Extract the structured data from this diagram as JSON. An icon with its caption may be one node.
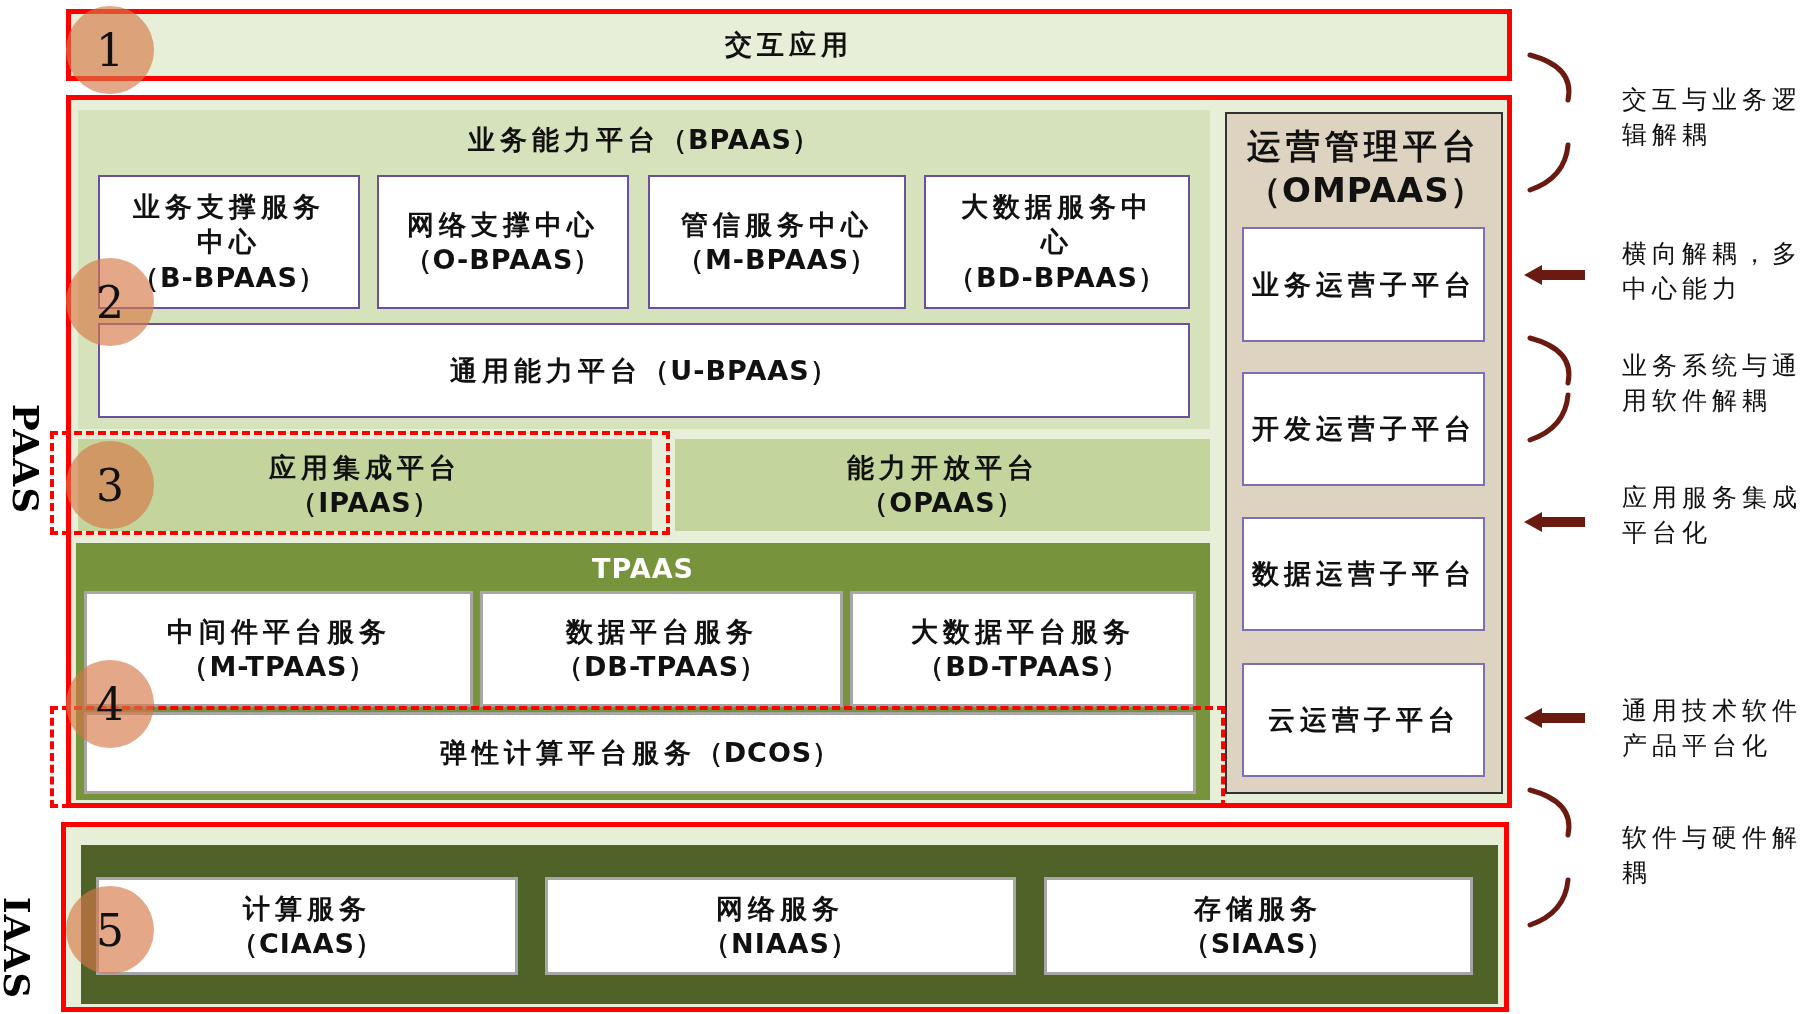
{
  "diagram": {
    "nodes": [
      {
        "text": [
          "交互应用"
        ]
      },
      {
        "text": [
          "PAAS"
        ]
      },
      {
        "text": [
          "业务能力平台（BPAAS）"
        ],
        "in": 1
      },
      {
        "text": [
          "业务支撑服务中心（B-BPAAS）"
        ],
        "in": 2
      },
      {
        "text": [
          "网络支撑中心（O-BPAAS）"
        ],
        "in": 2
      },
      {
        "text": [
          "管信服务中心（M-BPAAS）"
        ],
        "in": 2
      },
      {
        "text": [
          "大数据服务中心（BD-BPAAS）"
        ],
        "in": 2
      },
      {
        "text": [
          "通用能力平台（U-BPAAS）"
        ],
        "in": 2
      },
      {
        "text": [
          "应用集成平台（IPAAS）"
        ],
        "in": 1
      },
      {
        "text": [
          "能力开放平台（OPAAS）"
        ],
        "in": 1
      },
      {
        "text": [
          "TPAAS"
        ],
        "in": 1
      },
      {
        "text": [
          "中间件平台服务（M-TPAAS）"
        ],
        "in": 10
      },
      {
        "text": [
          "数据平台服务（DB-TPAAS）"
        ],
        "in": 10
      },
      {
        "text": [
          "大数据平台服务（BD-TPAAS）"
        ],
        "in": 10
      },
      {
        "text": [
          "弹性计算平台服务（DCOS）"
        ],
        "in": 10
      },
      {
        "text": [
          "运营管理平台（OMPAAS）"
        ],
        "in": 1
      },
      {
        "text": [
          "业务运营子平台"
        ],
        "in": 15
      },
      {
        "text": [
          "开发运营子平台"
        ],
        "in": 15
      },
      {
        "text": [
          "数据运营子平台"
        ],
        "in": 15
      },
      {
        "text": [
          "云运营子平台"
        ],
        "in": 15
      },
      {
        "text": [
          "IAAS"
        ]
      },
      {
        "text": [
          "计算服务（CIAAS）"
        ],
        "in": 20
      },
      {
        "text": [
          "网络服务（NIAAS）"
        ],
        "in": 20
      },
      {
        "text": [
          "存储服务（SIAAS）"
        ],
        "in": 20
      }
    ],
    "edges": [],
    "labels": [
      "1",
      "2",
      "3",
      "4",
      "5",
      "交互与业务逻辑解耦",
      "横向解耦，多中心能力",
      "业务系统与通用软件解耦",
      "应用服务集成平台化",
      "通用技术软件产品平台化",
      "软件与硬件解耦"
    ]
  }
}
